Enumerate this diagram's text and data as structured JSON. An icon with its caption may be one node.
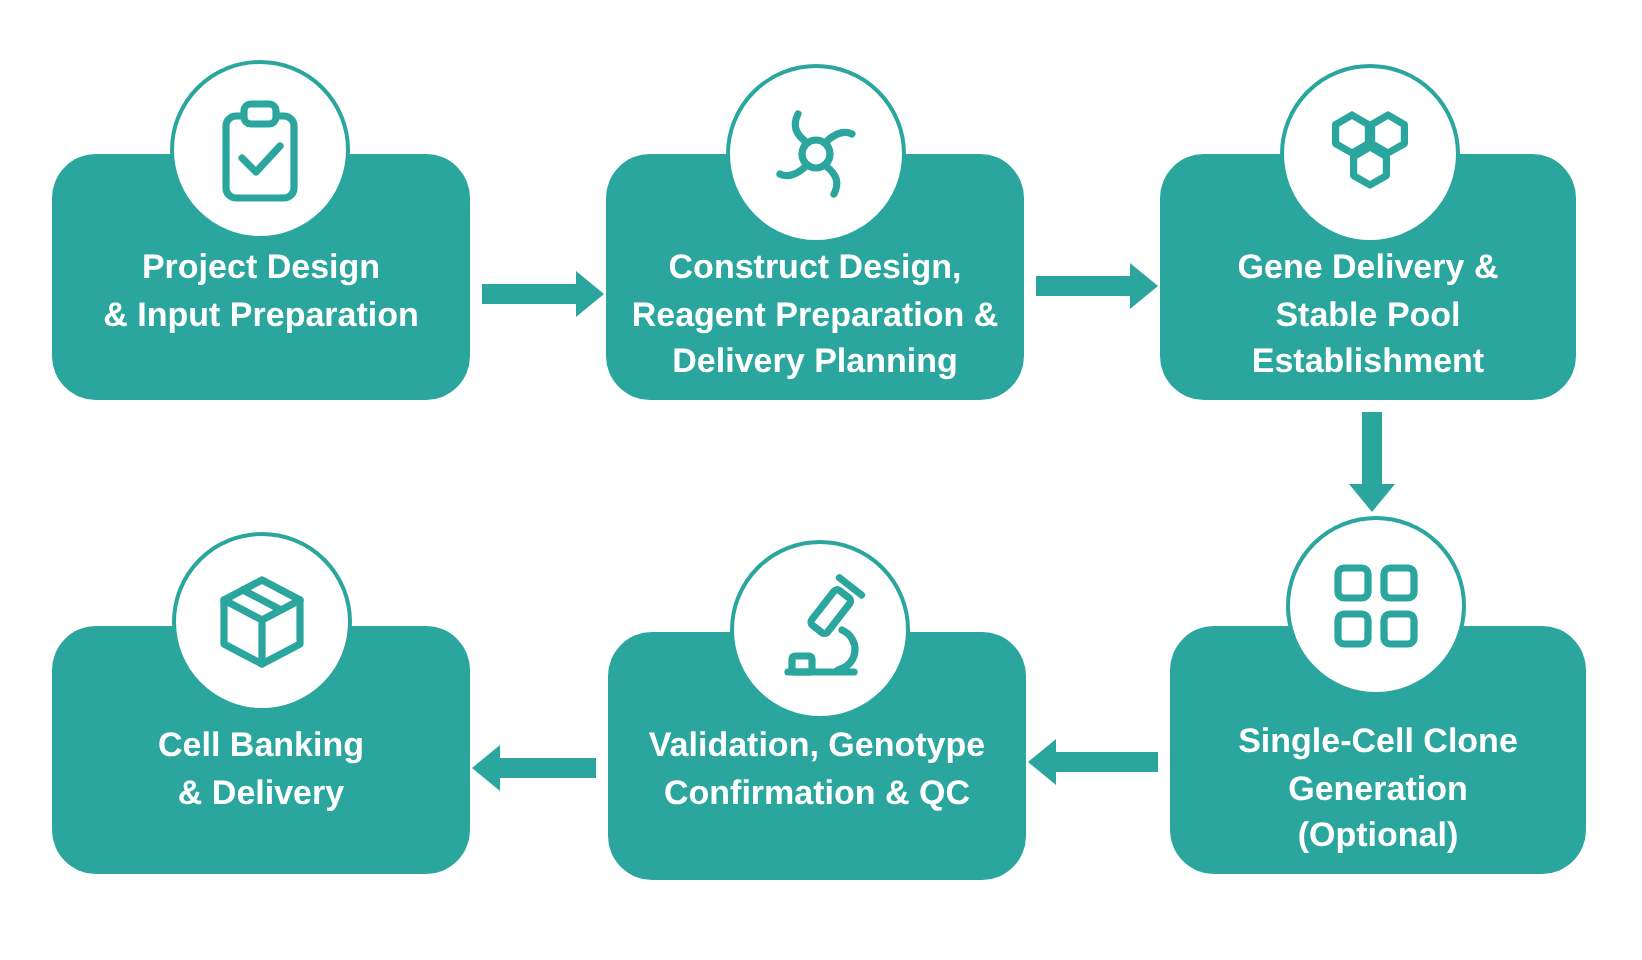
{
  "diagram": {
    "nodes": [
      {
        "text": [
          "Project Design & Input Preparation"
        ]
      },
      {
        "text": [
          "Construct Design, Reagent Preparation & Delivery Planning"
        ]
      },
      {
        "text": [
          "Gene Delivery & Stable Pool Establishment"
        ]
      },
      {
        "text": [
          "Single-Cell Clone Generation (Optional)"
        ]
      },
      {
        "text": [
          "Validation, Genotype Confirmation & QC"
        ]
      },
      {
        "text": [
          "Cell Banking & Delivery"
        ]
      }
    ],
    "edges": [
      {
        "from": 0,
        "to": 1,
        "arrow": "to"
      },
      {
        "from": 1,
        "to": 2,
        "arrow": "to"
      },
      {
        "from": 2,
        "to": 3,
        "arrow": "to"
      },
      {
        "from": 3,
        "to": 4,
        "arrow": "to"
      },
      {
        "from": 4,
        "to": 5,
        "arrow": "to"
      }
    ]
  }
}
